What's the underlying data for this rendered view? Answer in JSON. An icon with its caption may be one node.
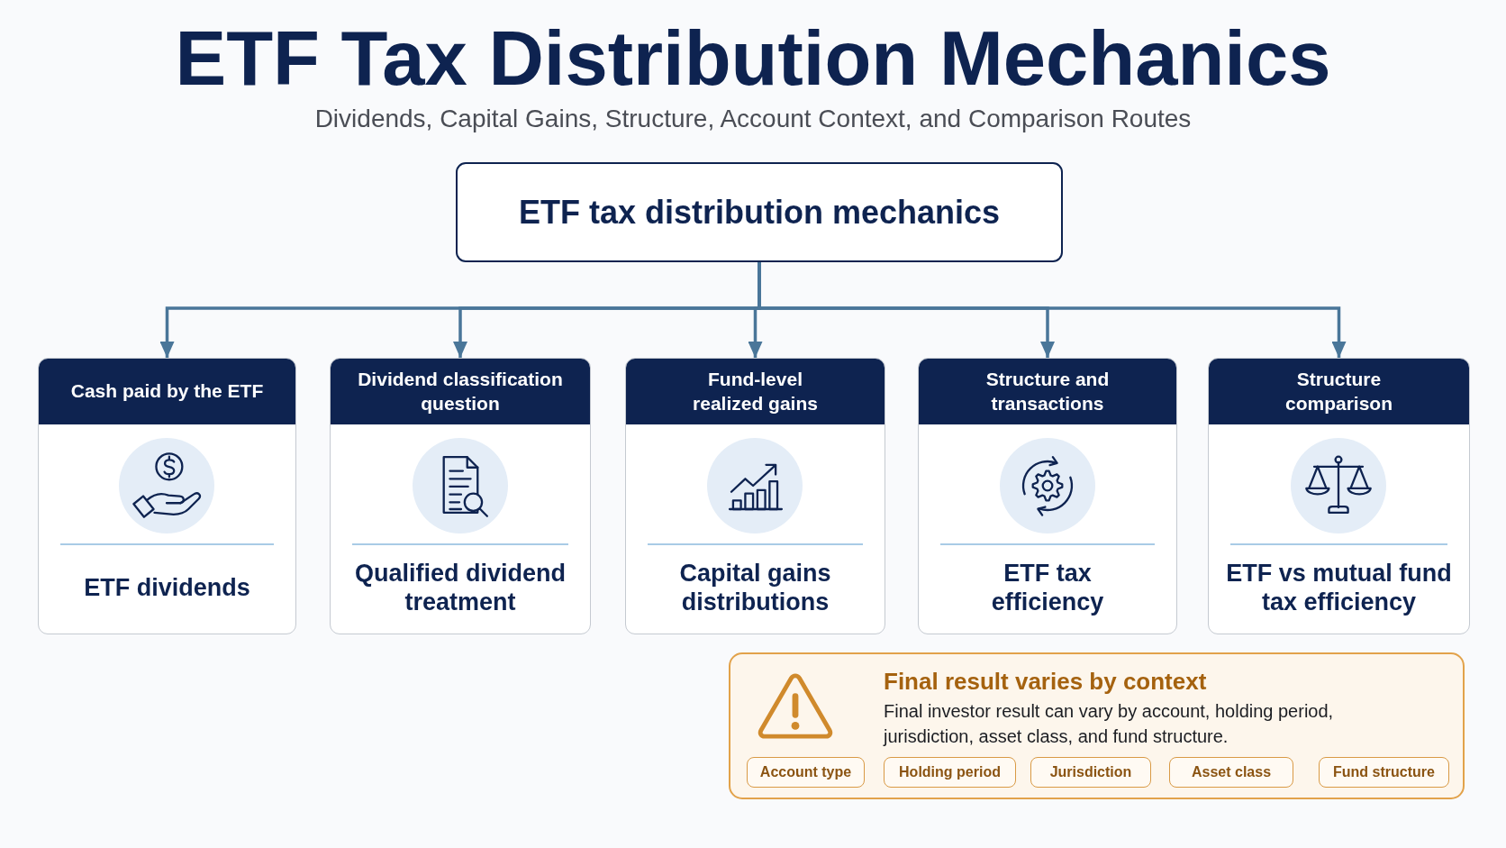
{
  "diagram": {
    "title": "ETF Tax Distribution Mechanics",
    "nodes": [
      {
        "text": [
          "ETF tax distribution mechanics"
        ]
      },
      {
        "text": [
          "Cash paid by the ETF",
          "ETF dividends"
        ]
      },
      {
        "text": [
          "Dividend classification question",
          "Qualified dividend treatment"
        ]
      },
      {
        "text": [
          "Fund-level realized gains",
          "Capital gains distributions"
        ]
      },
      {
        "text": [
          "Structure and transactions",
          "ETF tax efficiency"
        ]
      },
      {
        "text": [
          "Structure comparison",
          "ETF vs mutual fund tax efficiency"
        ]
      },
      {
        "text": [
          "Final result varies by context",
          "Final investor result can vary by account, holding period, jurisdiction, asset class, and fund structure."
        ]
      },
      {
        "text": [
          "Account type"
        ],
        "in": 6
      },
      {
        "text": [
          "Holding period"
        ],
        "in": 6
      },
      {
        "text": [
          "Jurisdiction"
        ],
        "in": 6
      },
      {
        "text": [
          "Asset class"
        ],
        "in": 6
      },
      {
        "text": [
          "Fund structure"
        ],
        "in": 6
      }
    ],
    "edges": [
      {
        "from": 0,
        "to": 1,
        "arrow": "to"
      },
      {
        "from": 0,
        "to": 2,
        "arrow": "to"
      },
      {
        "from": 0,
        "to": 3,
        "arrow": "to"
      },
      {
        "from": 0,
        "to": 4,
        "arrow": "to"
      },
      {
        "from": 0,
        "to": 5,
        "arrow": "to"
      }
    ],
    "labels": [
      "Dividends, Capital Gains, Structure, Account Context, and Comparison Routes"
    ]
  }
}
